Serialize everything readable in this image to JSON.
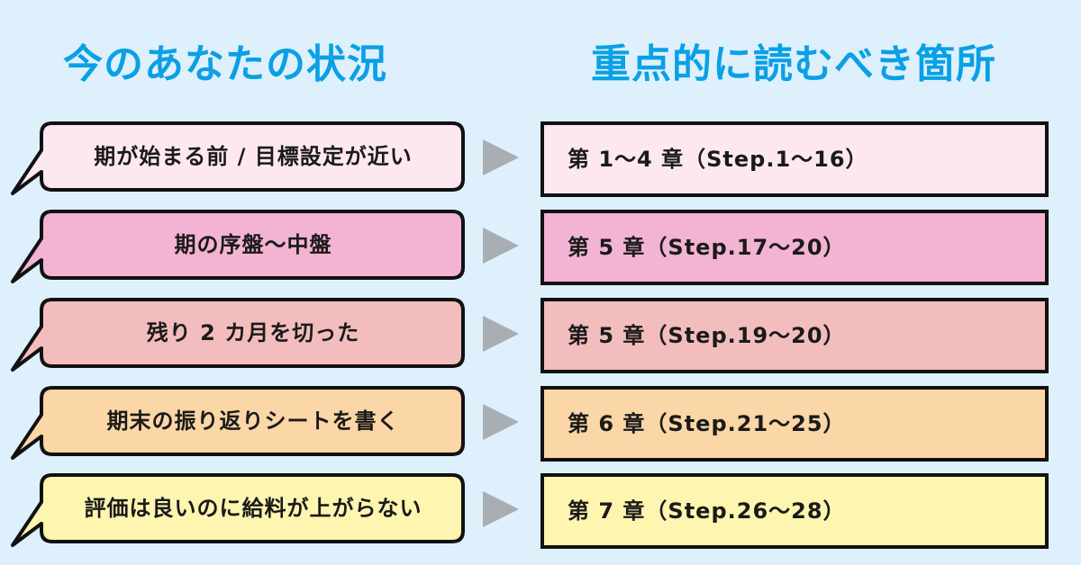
{
  "headings": {
    "left": "今のあなたの状況",
    "right": "重点的に読むべき箇所"
  },
  "rows": [
    {
      "situation": "期が始まる前 / 目標設定が近い",
      "section": "第 1〜4 章（Step.1〜16）",
      "bubble_color": "#fde8f2",
      "box_color": "#fde8f2"
    },
    {
      "situation": "期の序盤〜中盤",
      "section": "第 5 章（Step.17〜20）",
      "bubble_color": "#f3b3d3",
      "box_color": "#f3b3d3"
    },
    {
      "situation": "残り 2 カ月を切った",
      "section": "第 5 章（Step.19〜20）",
      "bubble_color": "#f4bdbd",
      "box_color": "#f4bdbd"
    },
    {
      "situation": "期末の振り返りシートを書く",
      "section": "第 6 章（Step.21〜25）",
      "bubble_color": "#fbd6a6",
      "box_color": "#fbd6a6"
    },
    {
      "situation": "評価は良いのに給料が上がらない",
      "section": "第 7 章（Step.26〜28）",
      "bubble_color": "#fdf5b0",
      "box_color": "#fdf5b0"
    }
  ]
}
